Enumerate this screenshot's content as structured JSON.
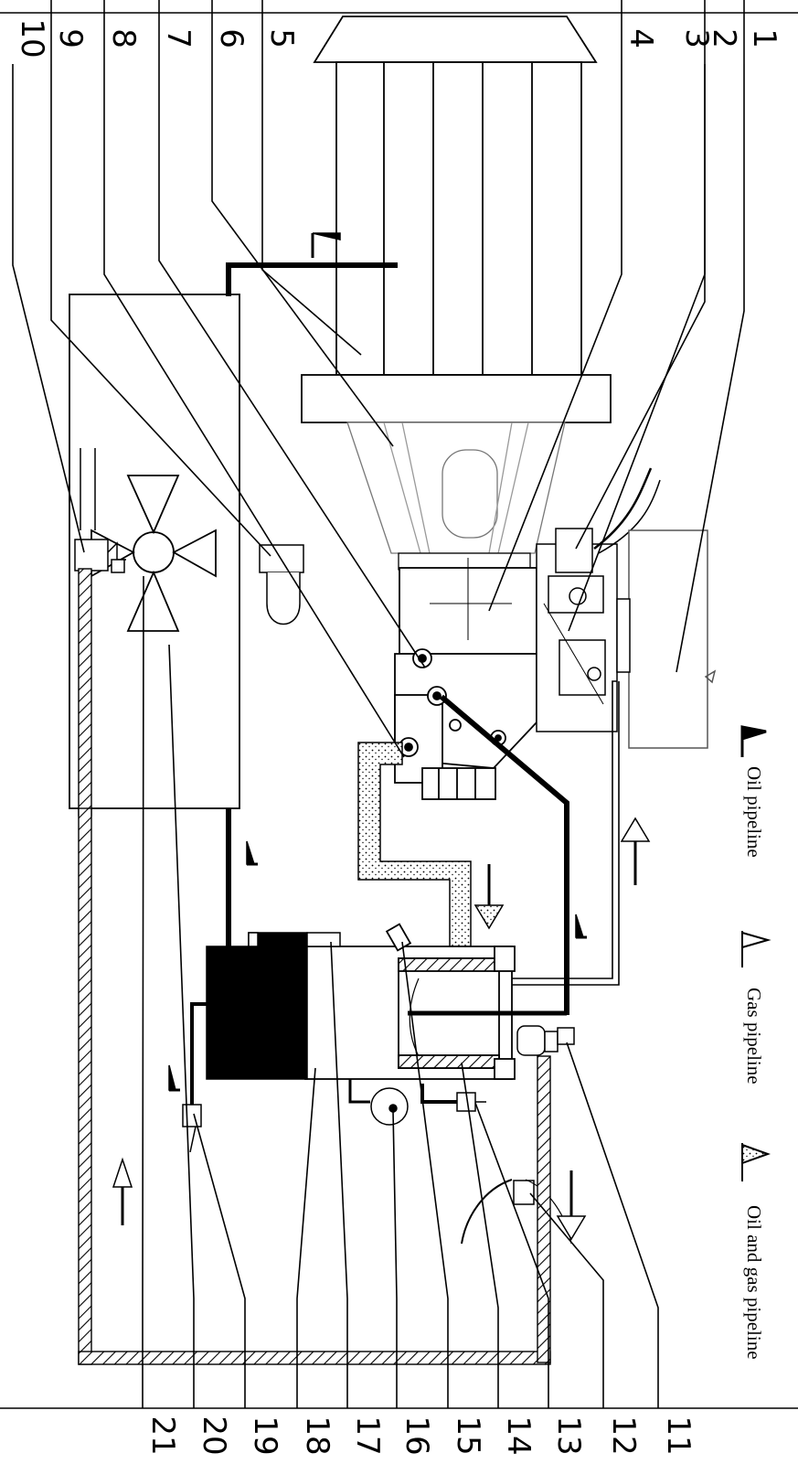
{
  "labels": {
    "n1": "1",
    "n2": "2",
    "n3": "3",
    "n4": "4",
    "n5": "5",
    "n6": "6",
    "n7": "7",
    "n8": "8",
    "n9": "9",
    "n10": "10",
    "n11": "11",
    "n12": "12",
    "n13": "13",
    "n14": "14",
    "n15": "15",
    "n16": "16",
    "n17": "17",
    "n18": "18",
    "n19": "19",
    "n20": "20",
    "n21": "21"
  },
  "legend": {
    "oil": "Oil pipeline",
    "gas": "Gas pipeline",
    "oil_gas": "Oil and gas pipeline"
  }
}
